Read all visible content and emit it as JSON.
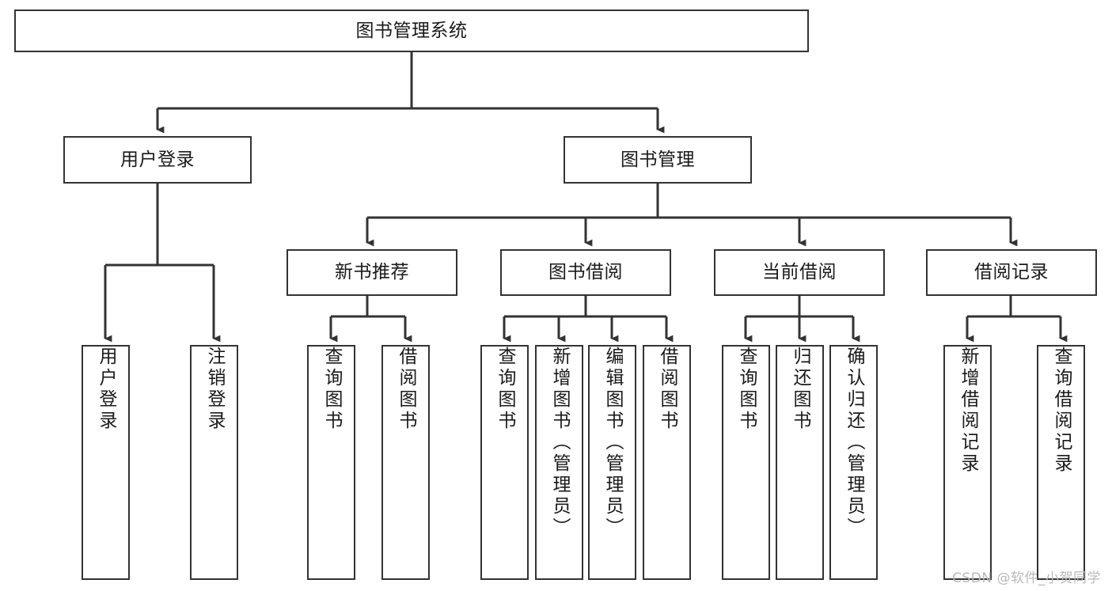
{
  "diagram": {
    "title": "图书管理系统",
    "type": "tree-hierarchy",
    "root": {
      "id": "root",
      "label": "图书管理系统"
    },
    "level2": [
      {
        "id": "user-login",
        "label": "用户登录"
      },
      {
        "id": "book-manage",
        "label": "图书管理"
      }
    ],
    "level3": [
      {
        "id": "new-book-rec",
        "label": "新书推荐"
      },
      {
        "id": "book-borrow",
        "label": "图书借阅"
      },
      {
        "id": "current-borrow",
        "label": "当前借阅"
      },
      {
        "id": "borrow-record",
        "label": "借阅记录"
      }
    ],
    "leaves": {
      "user_login": [
        {
          "id": "leaf-user-login",
          "label": "用户登录"
        },
        {
          "id": "leaf-logout-login",
          "label": "注销登录"
        }
      ],
      "new_book_rec": [
        {
          "id": "leaf-query-book-1",
          "label": "查询图书"
        },
        {
          "id": "leaf-borrow-book-1",
          "label": "借阅图书"
        }
      ],
      "book_borrow": [
        {
          "id": "leaf-query-book-2",
          "label": "查询图书"
        },
        {
          "id": "leaf-add-book",
          "label": "新增图书（管理员）"
        },
        {
          "id": "leaf-edit-book",
          "label": "编辑图书（管理员）"
        },
        {
          "id": "leaf-borrow-book-2",
          "label": "借阅图书"
        }
      ],
      "current_borrow": [
        {
          "id": "leaf-query-book-3",
          "label": "查询图书"
        },
        {
          "id": "leaf-return-book",
          "label": "归还图书"
        },
        {
          "id": "leaf-confirm-return",
          "label": "确认归还（管理员）"
        }
      ],
      "borrow_record": [
        {
          "id": "leaf-add-record",
          "label": "新增借阅记录"
        },
        {
          "id": "leaf-query-record",
          "label": "查询借阅记录"
        }
      ]
    }
  },
  "watermark": {
    "text": "CSDN @软件_小贺同学"
  },
  "colors": {
    "stroke": "#333333",
    "fill": "#ffffff",
    "text": "#1a1a1a",
    "watermark": "#b9b9b9"
  }
}
